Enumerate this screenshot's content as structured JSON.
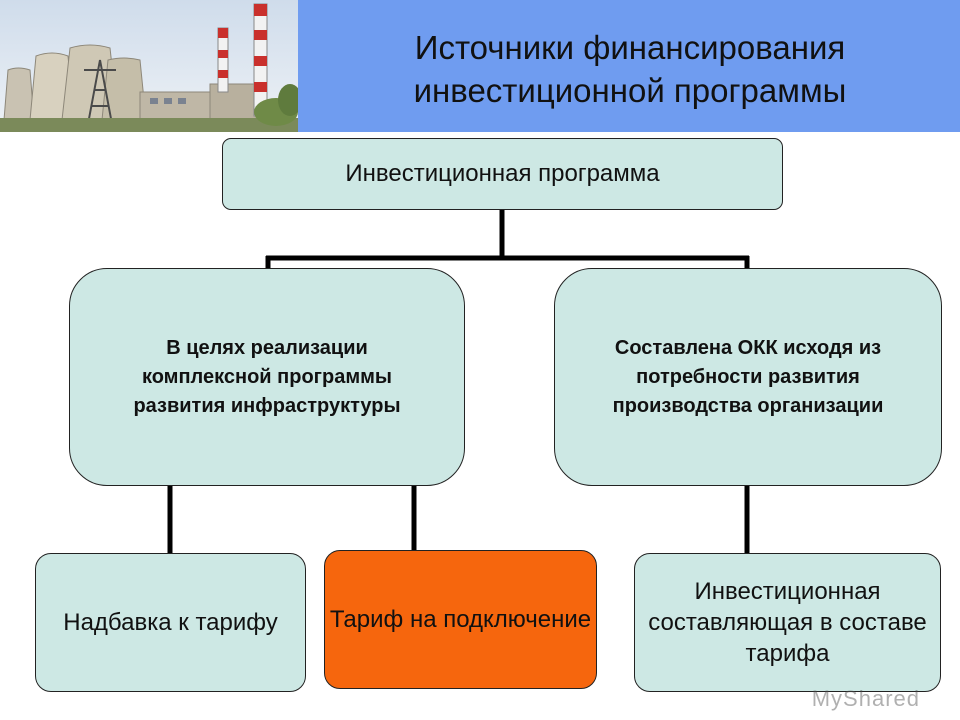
{
  "header": {
    "title_line1": "Источники финансирования",
    "title_line2": "инвестиционной программы"
  },
  "diagram": {
    "root": "Инвестиционная программа",
    "left_branch": "В целях реализации комплексной программы развития инфраструктуры",
    "right_branch": "Составлена ОКК исходя из потребности развития производства организации",
    "leaf_1": "Надбавка к тарифу",
    "leaf_2": "Тариф на подключение",
    "leaf_3": "Инвестиционная составляющая в составе тарифа"
  },
  "colors": {
    "header_band": "#6f9cf0",
    "box_fill": "#cde8e4",
    "highlight_fill": "#f6660d",
    "connector": "#000000"
  },
  "icons": [
    "power-plant-photo"
  ],
  "watermark": "MyShared"
}
